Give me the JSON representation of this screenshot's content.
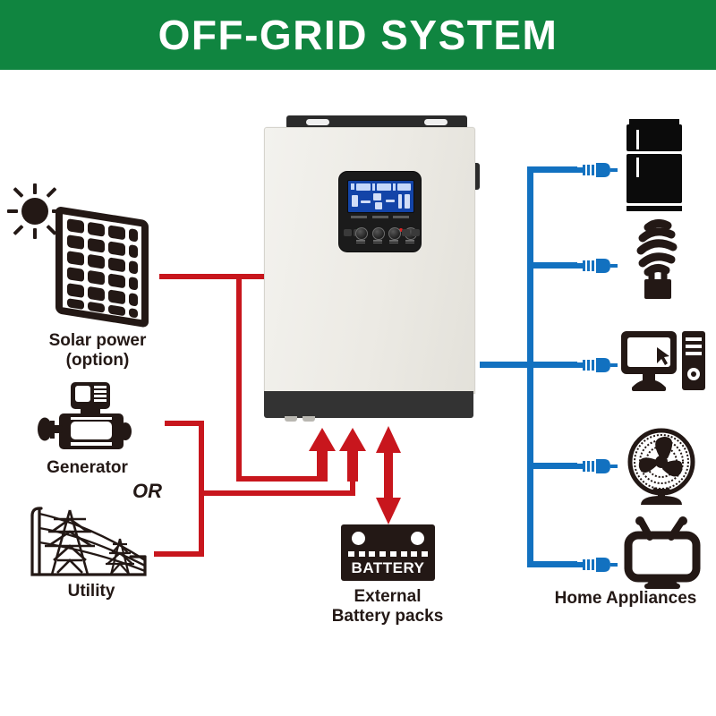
{
  "header": {
    "title": "OFF-GRID SYSTEM",
    "background_color": "#108540",
    "text_color": "#ffffff"
  },
  "colors": {
    "dc_wire_red": "#c8161d",
    "ac_wire_blue": "#1271c0",
    "icon_dark": "#231815",
    "inverter_body": "#eceae4",
    "inverter_trim": "#333333",
    "lcd_blue": "#1344a8",
    "led_green": "#2ecc40",
    "led_red": "#e02020"
  },
  "sources": {
    "solar": {
      "label": "Solar power\n(option)",
      "icon": "solar-panel-icon",
      "sun_icon": "sun-icon"
    },
    "generator": {
      "label": "Generator",
      "icon": "generator-icon"
    },
    "or_divider": {
      "label": "OR"
    },
    "utility": {
      "label": "Utility",
      "icon": "utility-pylon-icon"
    }
  },
  "inverter": {
    "name": "off-grid-inverter",
    "display": {
      "type": "lcd-screen",
      "color": "#1344a8"
    },
    "indicators": [
      {
        "name": "ac-in-led",
        "color": "#2ecc40"
      },
      {
        "name": "charge-led",
        "color": "#2ecc40"
      },
      {
        "name": "fault-led",
        "color": "#e02020"
      }
    ],
    "buttons": [
      {
        "name": "esc-button"
      },
      {
        "name": "up-button"
      },
      {
        "name": "down-button"
      },
      {
        "name": "enter-button"
      }
    ]
  },
  "battery": {
    "icon_text": "BATTERY",
    "label": "External\nBattery packs",
    "terminals": 2,
    "cell_dashes": 8
  },
  "loads": {
    "group_label": "Home Appliances",
    "items": [
      {
        "name": "refrigerator-icon",
        "connector": "plug-icon"
      },
      {
        "name": "cfl-bulb-icon",
        "connector": "plug-icon"
      },
      {
        "name": "computer-icon",
        "connector": "plug-icon"
      },
      {
        "name": "electric-fan-icon",
        "connector": "plug-icon"
      },
      {
        "name": "television-icon",
        "connector": "plug-icon"
      }
    ]
  },
  "flows": [
    {
      "name": "solar-to-inverter",
      "color": "#c8161d",
      "direction": "into-inverter"
    },
    {
      "name": "generator-utility-to-inverter",
      "color": "#c8161d",
      "direction": "into-inverter"
    },
    {
      "name": "inverter-to-battery",
      "color": "#c8161d",
      "direction": "bidirectional"
    },
    {
      "name": "inverter-to-loads",
      "color": "#1271c0",
      "direction": "out-to-loads"
    }
  ]
}
